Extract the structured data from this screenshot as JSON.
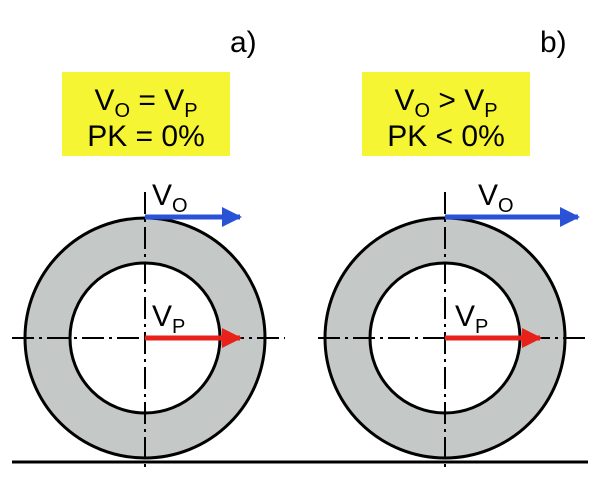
{
  "panels": [
    {
      "id": "a",
      "letter": "a)",
      "box": {
        "line1": [
          "V",
          "O",
          " = V",
          "P"
        ],
        "line2": "PK = 0%"
      },
      "outer_velocity": {
        "symbol": "V",
        "subscript": "O"
      },
      "center_velocity": {
        "symbol": "V",
        "subscript": "P"
      }
    },
    {
      "id": "b",
      "letter": "b)",
      "box": {
        "line1": [
          "V",
          "O",
          " > V",
          "P"
        ],
        "line2": "PK < 0%"
      },
      "outer_velocity": {
        "symbol": "V",
        "subscript": "O"
      },
      "center_velocity": {
        "symbol": "V",
        "subscript": "P"
      }
    }
  ],
  "colors": {
    "box_fill": "#f5f534",
    "ring_fill": "#c4c8c6",
    "outer_arrow": "#2a52d6",
    "center_arrow": "#e8221a",
    "line": "#000000"
  }
}
